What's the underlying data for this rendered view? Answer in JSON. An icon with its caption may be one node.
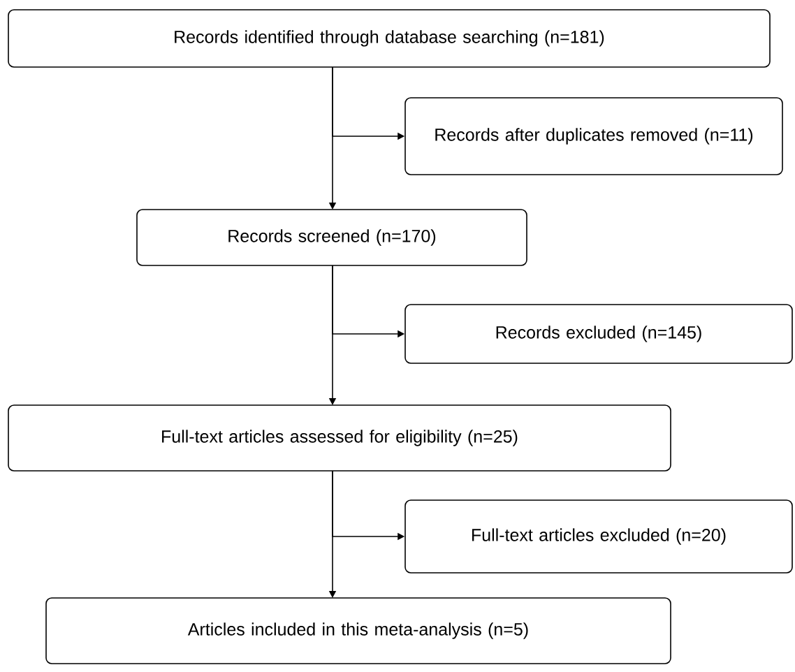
{
  "diagram": {
    "nodes": [
      {
        "text": [
          "Records identified through database searching (n=181)"
        ]
      },
      {
        "text": [
          "Records after duplicates removed (n=11)"
        ]
      },
      {
        "text": [
          "Records screened (n=170)"
        ]
      },
      {
        "text": [
          "Records excluded (n=145)"
        ]
      },
      {
        "text": [
          "Full-text articles assessed for eligibility (n=25)"
        ]
      },
      {
        "text": [
          "Full-text articles excluded (n=20)"
        ]
      },
      {
        "text": [
          "Articles included in this meta-analysis (n=5)"
        ]
      }
    ],
    "edges": [
      {
        "from": 0,
        "to": 2,
        "arrow": "to"
      },
      {
        "from": 0,
        "to": 1,
        "arrow": "to"
      },
      {
        "from": 2,
        "to": 4,
        "arrow": "to"
      },
      {
        "from": 2,
        "to": 3,
        "arrow": "to"
      },
      {
        "from": 4,
        "to": 6,
        "arrow": "to"
      },
      {
        "from": 4,
        "to": 5,
        "arrow": "to"
      }
    ]
  }
}
